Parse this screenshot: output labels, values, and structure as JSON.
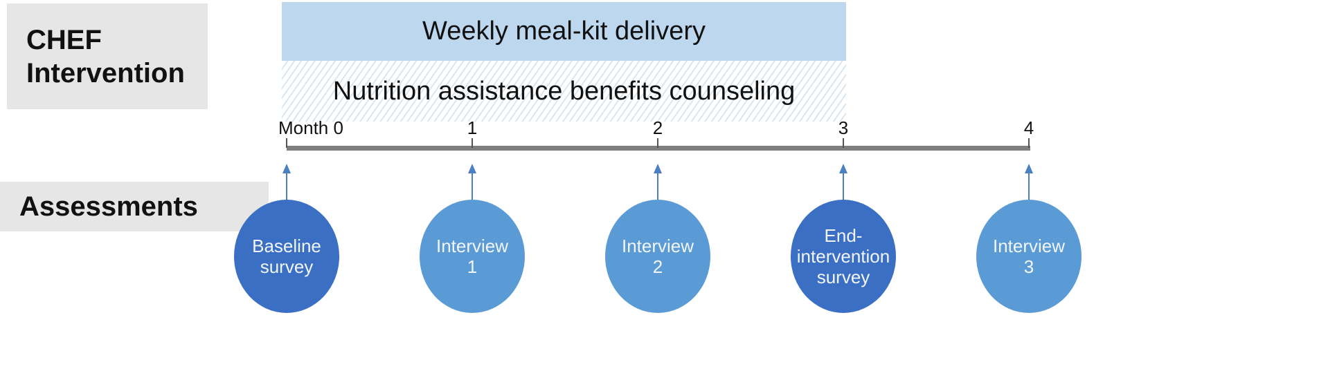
{
  "labels": {
    "intervention_line1": "CHEF",
    "intervention_line2": "Intervention",
    "assessments": "Assessments"
  },
  "intervention": {
    "meal_kit": "Weekly meal-kit delivery",
    "counseling": "Nutrition assistance benefits counseling"
  },
  "timeline": {
    "ticks": [
      "Month 0",
      "1",
      "2",
      "3",
      "4"
    ]
  },
  "assessments": [
    {
      "lines": [
        "Baseline",
        "survey"
      ],
      "type": "survey"
    },
    {
      "lines": [
        "Interview",
        "1"
      ],
      "type": "interview"
    },
    {
      "lines": [
        "Interview",
        "2"
      ],
      "type": "interview"
    },
    {
      "lines": [
        "End-",
        "intervention",
        "survey"
      ],
      "type": "survey"
    },
    {
      "lines": [
        "Interview",
        "3"
      ],
      "type": "interview"
    }
  ],
  "colors": {
    "survey": "#3a6fc4",
    "interview": "#5b9bd5",
    "arrow": "#4a7fc1",
    "axis": "#7f7f7f",
    "meal_bar": "#bdd7ee"
  }
}
